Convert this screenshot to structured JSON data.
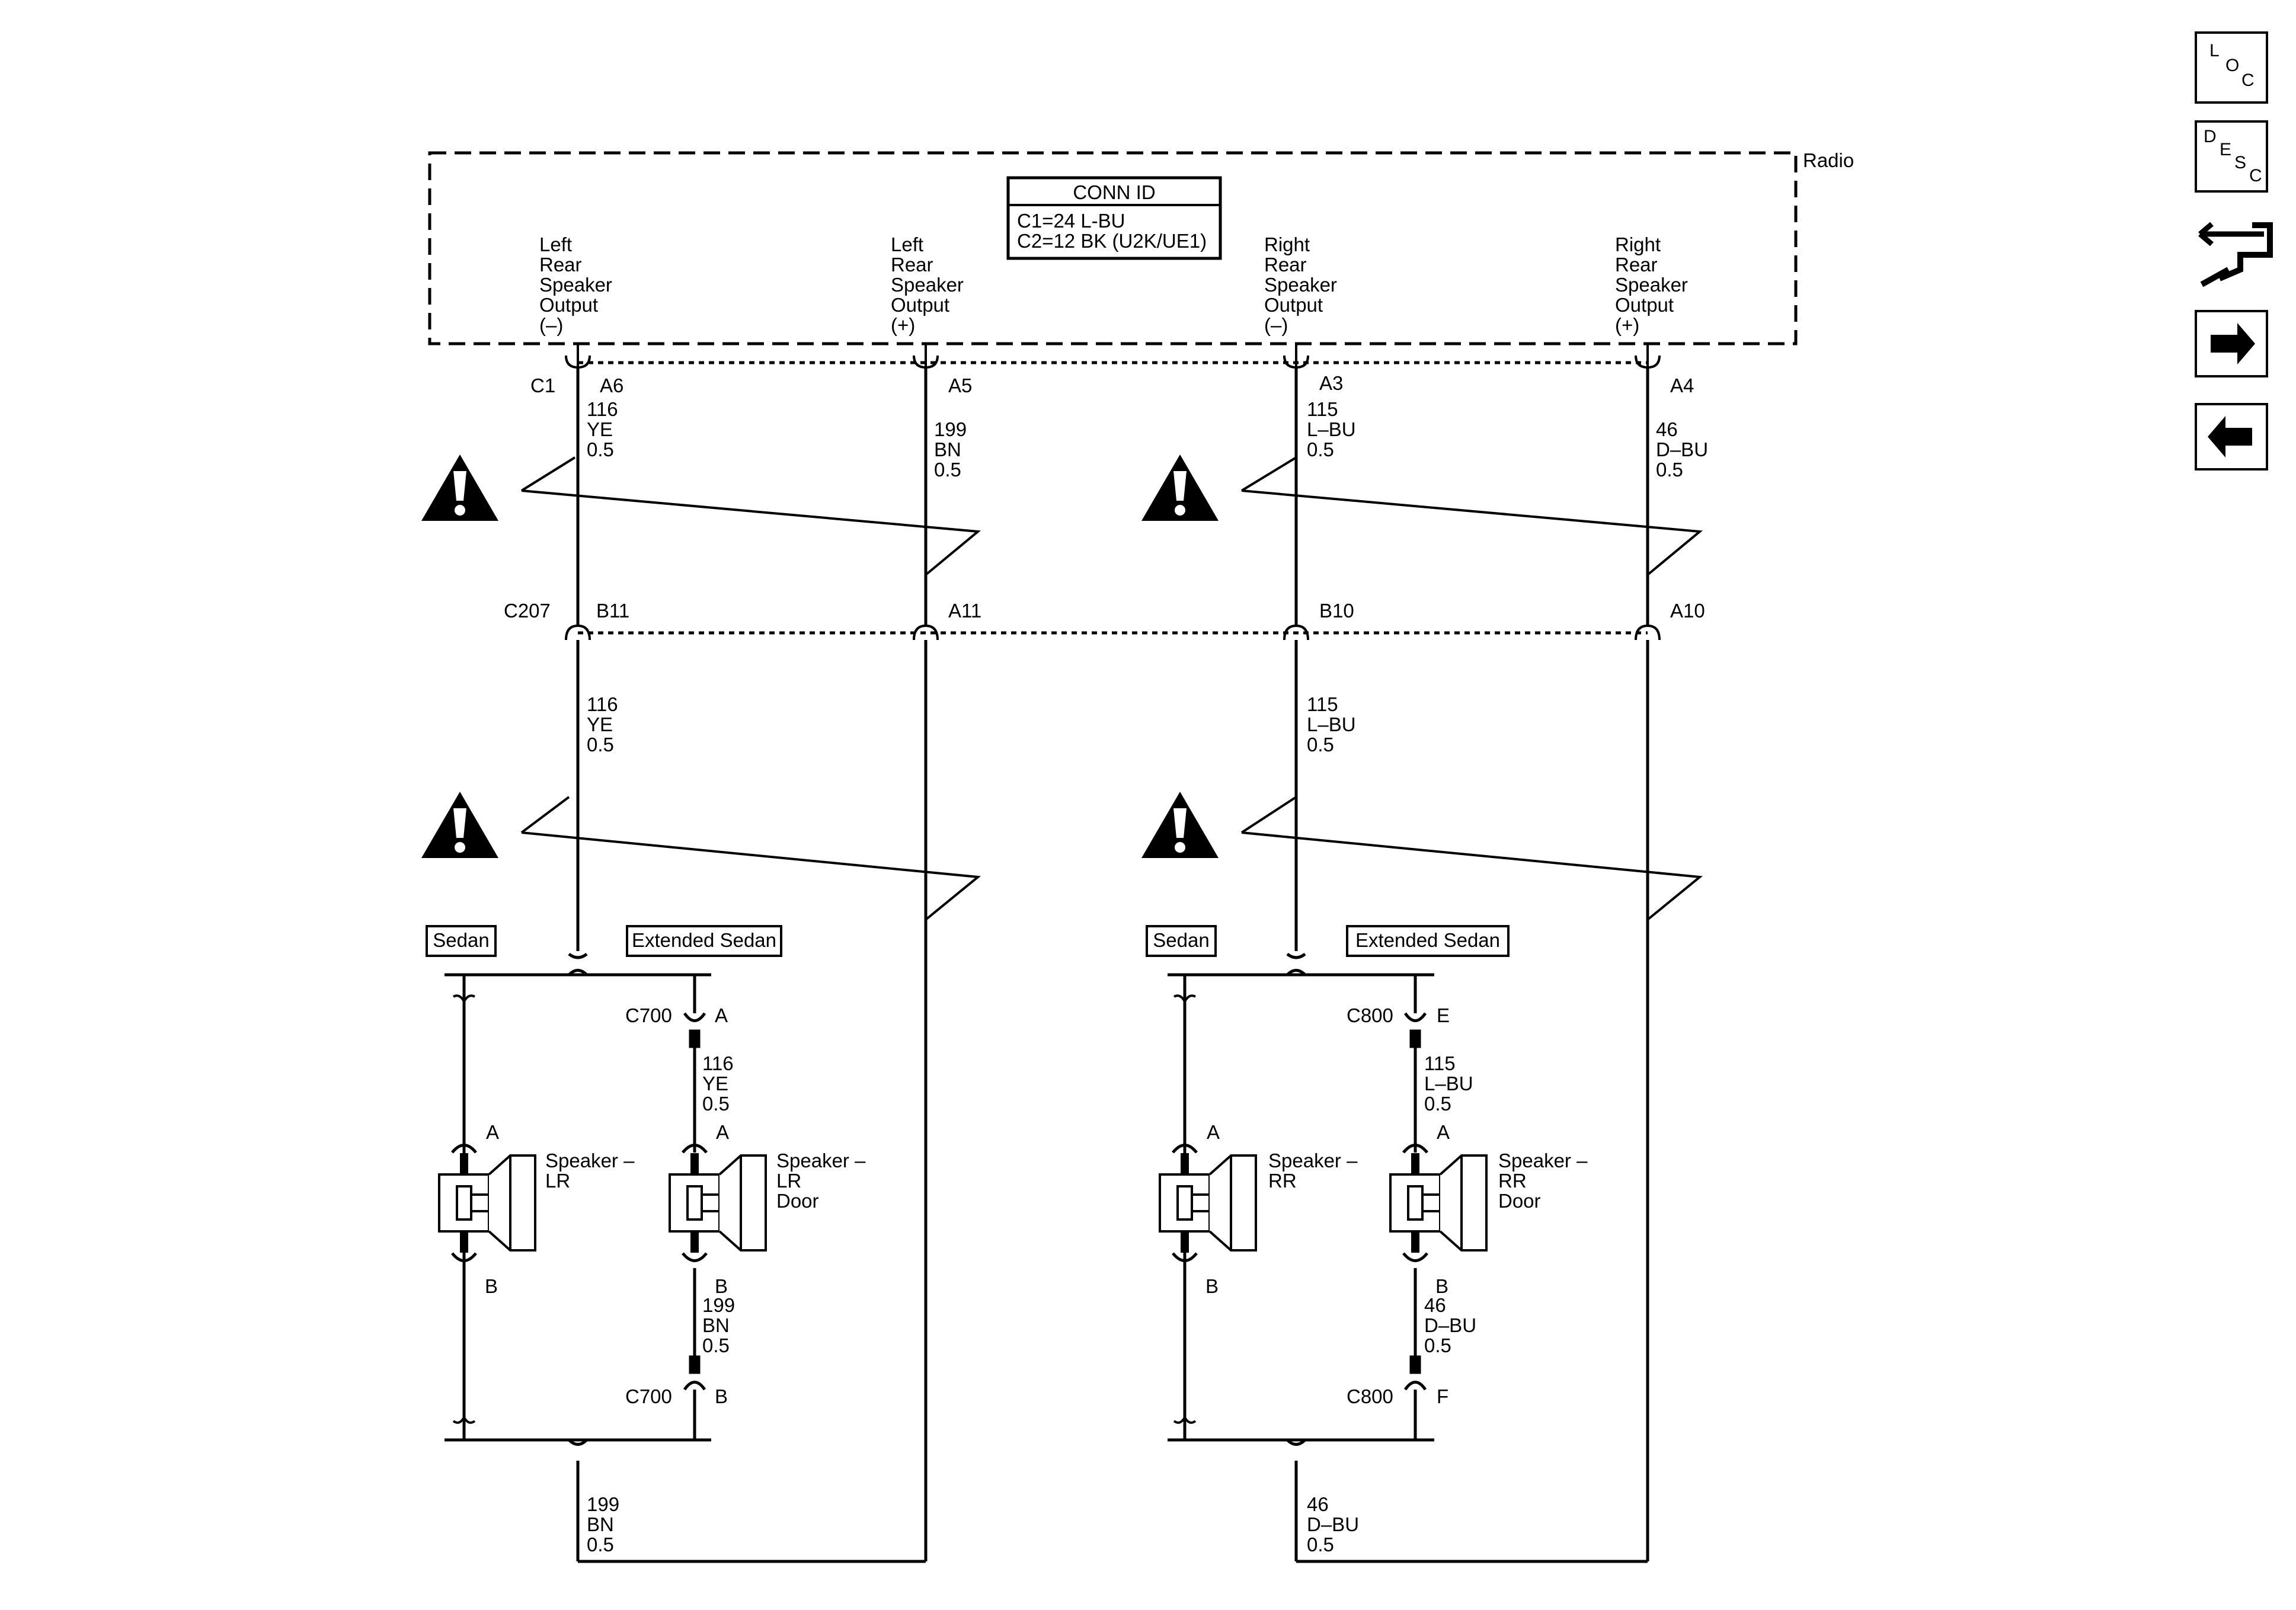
{
  "module": {
    "label": "Radio",
    "conn_id": {
      "title": "CONN ID",
      "lines": [
        "C1=24 L-BU",
        "C2=12 BK (U2K/UE1)"
      ]
    },
    "outputs": [
      [
        "Left",
        "Rear",
        "Speaker",
        "Output",
        "(–)"
      ],
      [
        "Left",
        "Rear",
        "Speaker",
        "Output",
        "(+)"
      ],
      [
        "Right",
        "Rear",
        "Speaker",
        "Output",
        "(–)"
      ],
      [
        "Right",
        "Rear",
        "Speaker",
        "Output",
        "(+)"
      ]
    ]
  },
  "connectors": {
    "c1": "C1",
    "c207": "C207",
    "c700_top": "C700",
    "c700_bottom": "C700",
    "c800_top": "C800",
    "c800_bottom": "C800"
  },
  "pins": {
    "c1": [
      "A6",
      "A5",
      "A3",
      "A4"
    ],
    "c207": [
      "B11",
      "A11",
      "B10",
      "A10"
    ],
    "c700_top": "A",
    "c700_bottom": "B",
    "c800_top": "E",
    "c800_bottom": "F",
    "lr_a": "A",
    "lr_b": "B",
    "lrdoor_a": "A",
    "lrdoor_b": "B",
    "rr_a": "A",
    "rr_b": "B",
    "rrdoor_a": "A",
    "rrdoor_b": "B"
  },
  "wires": {
    "w116_top": [
      "116",
      "YE",
      "0.5"
    ],
    "w199_top": [
      "199",
      "BN",
      "0.5"
    ],
    "w115_top": [
      "115",
      "L–BU",
      "0.5"
    ],
    "w46_top": [
      "46",
      "D–BU",
      "0.5"
    ],
    "w116_mid": [
      "116",
      "YE",
      "0.5"
    ],
    "w115_mid": [
      "115",
      "L–BU",
      "0.5"
    ],
    "w116_door": [
      "116",
      "YE",
      "0.5"
    ],
    "w199_door": [
      "199",
      "BN",
      "0.5"
    ],
    "w115_door": [
      "115",
      "L–BU",
      "0.5"
    ],
    "w46_door": [
      "46",
      "D–BU",
      "0.5"
    ],
    "w199_bottom": [
      "199",
      "BN",
      "0.5"
    ],
    "w46_bottom": [
      "46",
      "D–BU",
      "0.5"
    ]
  },
  "options": {
    "left_sedan": "Sedan",
    "left_ext": "Extended Sedan",
    "right_sedan": "Sedan",
    "right_ext": "Extended Sedan"
  },
  "components": {
    "lr": [
      "Speaker –",
      "LR"
    ],
    "lr_door": [
      "Speaker –",
      "LR",
      "Door"
    ],
    "rr": [
      "Speaker –",
      "RR"
    ],
    "rr_door": [
      "Speaker –",
      "RR",
      "Door"
    ]
  },
  "nav": {
    "loc": [
      "L",
      "O",
      "C"
    ],
    "desc": [
      "D",
      "E",
      "S",
      "C"
    ],
    "icons": [
      "harness-routing-icon",
      "arrow-right-icon",
      "arrow-left-icon"
    ]
  }
}
